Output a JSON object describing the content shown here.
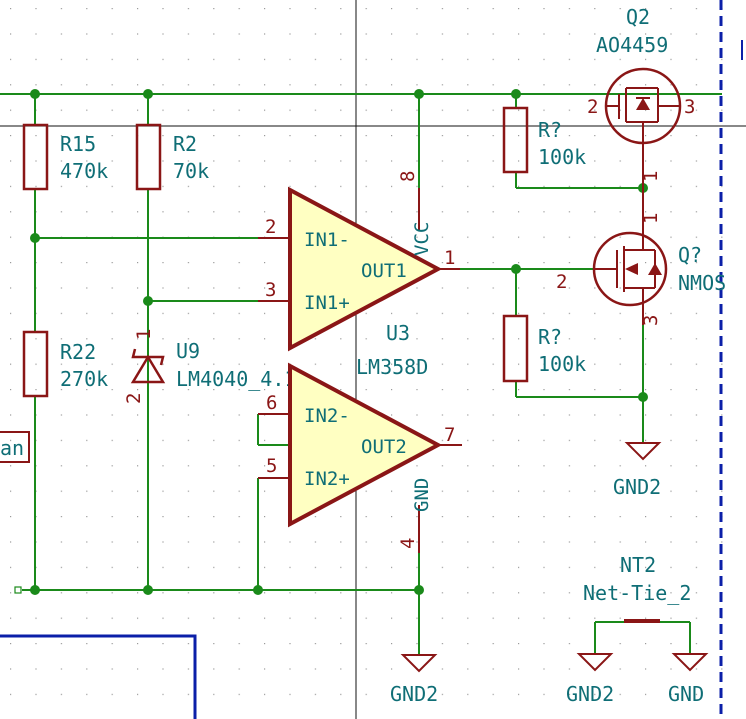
{
  "schematic": {
    "components": {
      "r15": {
        "ref": "R15",
        "value": "470k"
      },
      "r2": {
        "ref": "R2",
        "value": "70k"
      },
      "r22": {
        "ref": "R22",
        "value": "270k"
      },
      "r7_top": {
        "ref": "R?",
        "value": "100k"
      },
      "r7_bottom": {
        "ref": "R?",
        "value": "100k"
      },
      "u9": {
        "ref": "U9",
        "value": "LM4040_4.1",
        "pin1": "1",
        "pin2": "2"
      },
      "u3": {
        "ref": "U3",
        "value": "LM358D"
      },
      "q2": {
        "ref": "Q2",
        "value": "AO4459",
        "pin1": "1",
        "pin2": "2",
        "pin3": "3"
      },
      "qnmos": {
        "ref": "Q?",
        "value": "NMOS",
        "pin1": "1",
        "pin2": "2",
        "pin3": "3"
      },
      "nt2": {
        "ref": "NT2",
        "value": "Net-Tie_2"
      }
    },
    "opamp": {
      "a_inm": "IN1-",
      "a_inp": "IN1+",
      "a_out": "OUT1",
      "b_inm": "IN2-",
      "b_inp": "IN2+",
      "b_out": "OUT2",
      "vcc": "VCC",
      "gnd": "GND",
      "pins": {
        "p1": "1",
        "p2": "2",
        "p3": "3",
        "p4": "4",
        "p5": "5",
        "p6": "6",
        "p7": "7",
        "p8": "8"
      }
    },
    "power": {
      "gnd2_left": "GND2",
      "gnd2_right": "GND2",
      "gnd2_nt": "GND2",
      "gnd_nt": "GND"
    },
    "labels": {
      "left_label": "an"
    },
    "colors": {
      "wire": "#1a8a1a",
      "component": "#8a1616",
      "text": "#0f6e76",
      "fill": "#ffffc2",
      "sheet": "#0b1fa8"
    }
  }
}
